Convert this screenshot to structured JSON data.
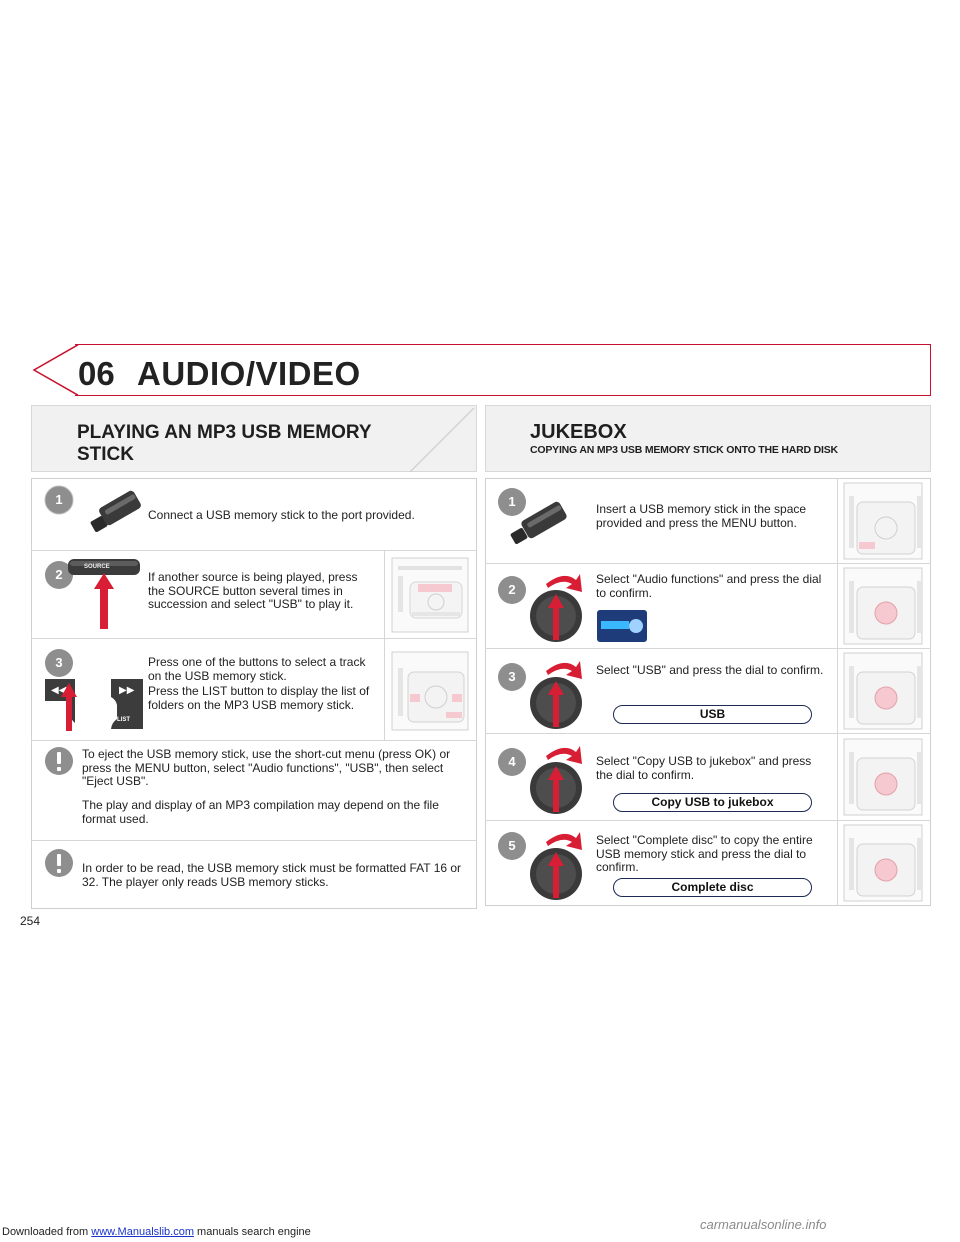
{
  "header": {
    "number": "06",
    "title": "AUDIO/VIDEO"
  },
  "left": {
    "title_line1": "PLAYING AN MP3 USB MEMORY",
    "title_line2": "STICK",
    "steps": [
      {
        "n": "1",
        "text": "Connect a USB memory stick to the port provided."
      },
      {
        "n": "2",
        "text": "If another source is being played, press the SOURCE button several times in succession and select \"USB\" to play it.",
        "button_label": "SOURCE"
      },
      {
        "n": "3",
        "text1": "Press one of the buttons to select a track on the USB memory stick.",
        "text2": "Press the LIST button to display the list of folders on the MP3 USB memory stick.",
        "button_label": "LIST"
      }
    ],
    "note1_p1": "To eject the USB memory stick, use the short-cut menu (press OK) or press the MENU button, select \"Audio functions\", \"USB\", then select \"Eject USB\".",
    "note1_p2": "The play and display of an MP3 compilation may depend on the file format used.",
    "note2": "In order to be read, the USB memory stick must be formatted FAT 16 or 32. The player only reads USB memory sticks."
  },
  "right": {
    "title": "JUKEBOX",
    "subtitle": "COPYING AN MP3 USB MEMORY STICK ONTO THE HARD DISK",
    "steps": [
      {
        "n": "1",
        "text": "Insert a USB memory stick in the space provided and press the MENU button."
      },
      {
        "n": "2",
        "text": "Select \"Audio functions\" and press the dial to confirm."
      },
      {
        "n": "3",
        "text": "Select \"USB\" and press the dial to confirm.",
        "pill": "USB"
      },
      {
        "n": "4",
        "text": "Select \"Copy USB to jukebox\" and press the dial to confirm.",
        "pill": "Copy USB to jukebox"
      },
      {
        "n": "5",
        "text": "Select \"Complete disc\" to copy the entire USB memory stick and press the dial to confirm.",
        "pill": "Complete disc"
      }
    ]
  },
  "page_number": "254",
  "footer": {
    "prefix": "Downloaded from ",
    "link": "www.Manualslib.com",
    "suffix": " manuals search engine"
  },
  "watermark": "carmanualsonline.info",
  "colors": {
    "accent": "#c8102e",
    "badge": "#8e8e8e",
    "pill_border": "#1c2a54"
  }
}
